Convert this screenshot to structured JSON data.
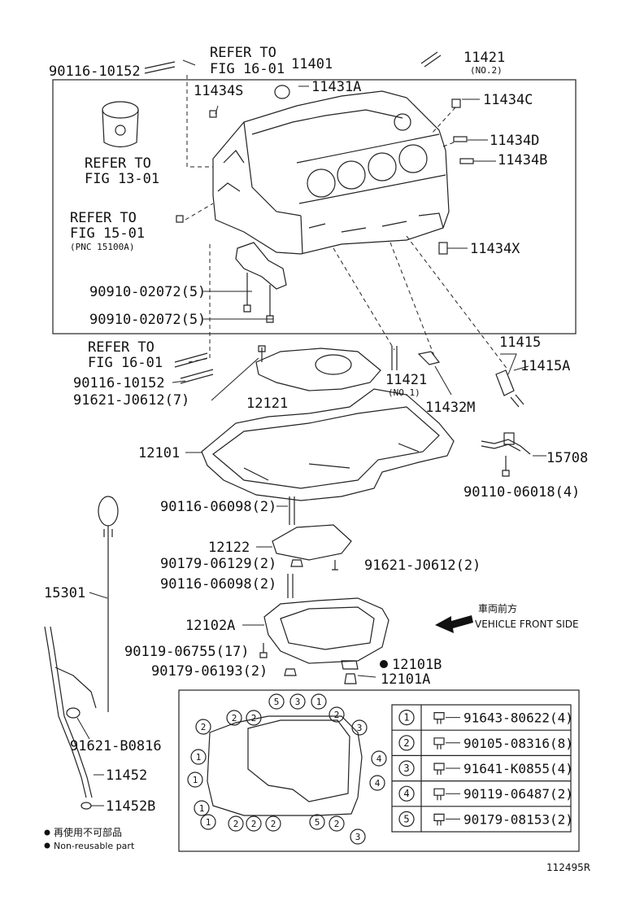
{
  "labels": {
    "p90116_10152_top": "90116-10152",
    "refer_fig16_top_1": "REFER TO",
    "refer_fig16_top_2": "FIG 16-01",
    "p11401": "11401",
    "p11421_no2": "11421",
    "p11421_no2_sub": "(NO.2)",
    "p11434S": "11434S",
    "p11431A": "11431A",
    "p11434C": "11434C",
    "refer_fig13_1": "REFER TO",
    "refer_fig13_2": "FIG 13-01",
    "p11434D": "11434D",
    "p11434B": "11434B",
    "refer_fig15_1": "REFER TO",
    "refer_fig15_2": "FIG 15-01",
    "refer_fig15_3": "(PNC 15100A)",
    "p11434X": "11434X",
    "p90910_a": "90910-02072(5)",
    "p90910_b": "90910-02072(5)",
    "p11415": "11415",
    "p11415A": "11415A",
    "refer_fig16_mid_1": "REFER TO",
    "refer_fig16_mid_2": "FIG 16-01",
    "p90116_10152_mid": "90116-10152",
    "p11421_no1": "11421",
    "p11421_no1_sub": "(NO.1)",
    "p91621_J0612_7": "91621-J0612(7)",
    "p12121": "12121",
    "p11432M": "11432M",
    "p12101": "12101",
    "p15708": "15708",
    "p90110_06018": "90110-06018(4)",
    "p90116_06098_a": "90116-06098(2)",
    "p12122": "12122",
    "p90179_06129": "90179-06129(2)",
    "p91621_J0612_2": "91621-J0612(2)",
    "p90116_06098_b": "90116-06098(2)",
    "p15301": "15301",
    "p12102A": "12102A",
    "front_cjk": "車両前方",
    "front_en": "VEHICLE FRONT SIDE",
    "p90119_06755": "90119-06755(17)",
    "p12101B": "12101B",
    "p90179_06193": "90179-06193(2)",
    "p12101A": "12101A",
    "p91621_B0816": "91621-B0816",
    "p11452": "11452",
    "p11452B": "11452B",
    "legend_cjk": "再使用不可部品",
    "legend_en": "Non-reusable part",
    "figure_id": "112495R"
  },
  "bolt_table": [
    {
      "num": "1",
      "part": "91643-80622(4)"
    },
    {
      "num": "2",
      "part": "90105-08316(8)"
    },
    {
      "num": "3",
      "part": "91641-K0855(4)"
    },
    {
      "num": "4",
      "part": "90119-06487(2)"
    },
    {
      "num": "5",
      "part": "90179-08153(2)"
    }
  ],
  "pan_markers": [
    "2",
    "2",
    "5",
    "3",
    "1",
    "2",
    "2",
    "1",
    "1",
    "1",
    "4",
    "4",
    "1",
    "2",
    "2",
    "2",
    "5",
    "2",
    "3",
    "3"
  ]
}
